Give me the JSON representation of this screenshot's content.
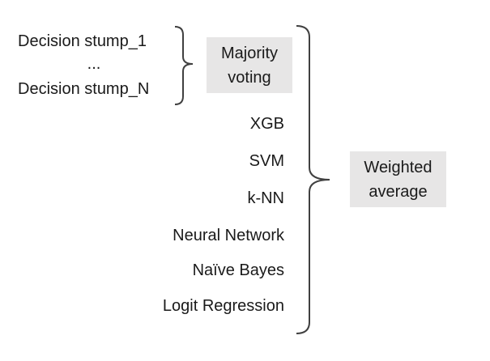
{
  "stumps": {
    "first": "Decision stump_1",
    "ellipsis": "...",
    "last": "Decision stump_N"
  },
  "majority_box": {
    "line1": "Majority",
    "line2": "voting"
  },
  "models": [
    "XGB",
    "SVM",
    "k-NN",
    "Neural Network",
    "Naïve Bayes",
    "Logit Regression"
  ],
  "weighted_box": {
    "line1": "Weighted",
    "line2": "average"
  },
  "colors": {
    "box_fill": "#e7e6e6",
    "bracket_stroke": "#404040",
    "text": "#1a1a1a"
  }
}
